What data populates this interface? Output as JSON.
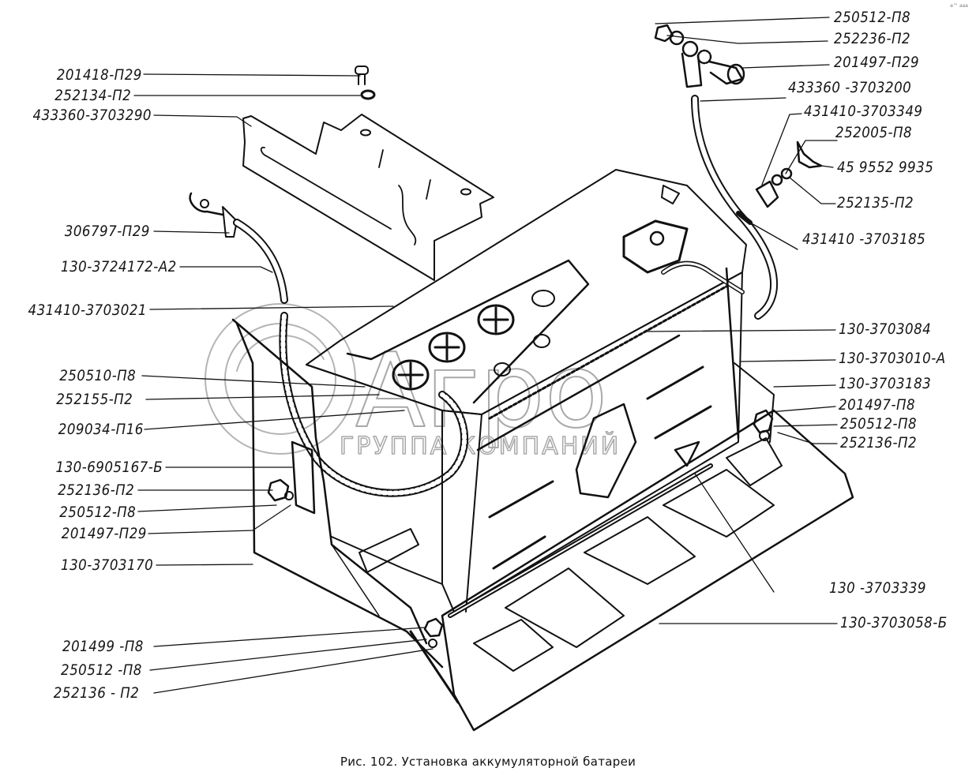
{
  "figure": {
    "caption": "Рис. 102. Установка аккумуляторной батареи",
    "corner_mark": "e™ aaa"
  },
  "watermark": {
    "logo_text": "Агро",
    "subtitle": "ГРУППА КОМПАНИЙ",
    "color": "#9a9a9a"
  },
  "callouts_left": [
    {
      "id": "l1",
      "text": "201418-П29"
    },
    {
      "id": "l2",
      "text": "252134-П2"
    },
    {
      "id": "l3",
      "text": "433360-3703290"
    },
    {
      "id": "l4",
      "text": "306797-П29"
    },
    {
      "id": "l5",
      "text": "130-3724172-А2"
    },
    {
      "id": "l6",
      "text": "431410-3703021"
    },
    {
      "id": "l7",
      "text": "250510-П8"
    },
    {
      "id": "l8",
      "text": "252155-П2"
    },
    {
      "id": "l9",
      "text": "209034-П16"
    },
    {
      "id": "l10",
      "text": "130-6905167-Б"
    },
    {
      "id": "l11",
      "text": "252136-П2"
    },
    {
      "id": "l12",
      "text": "250512-П8"
    },
    {
      "id": "l13",
      "text": "201497-П29"
    },
    {
      "id": "l14",
      "text": "130-3703170"
    },
    {
      "id": "l15",
      "text": "201499 -П8"
    },
    {
      "id": "l16",
      "text": "250512 -П8"
    },
    {
      "id": "l17",
      "text": "252136 - П2"
    }
  ],
  "callouts_right": [
    {
      "id": "r1",
      "text": "250512-П8"
    },
    {
      "id": "r2",
      "text": "252236-П2"
    },
    {
      "id": "r3",
      "text": "201497-П29"
    },
    {
      "id": "r4",
      "text": "433360  -3703200"
    },
    {
      "id": "r5",
      "text": "431410-3703349"
    },
    {
      "id": "r6",
      "text": "252005-П8"
    },
    {
      "id": "r7",
      "text": "45  9552  9935"
    },
    {
      "id": "r8",
      "text": "252135-П2"
    },
    {
      "id": "r9",
      "text": "431410 -3703185"
    },
    {
      "id": "r10",
      "text": "130-3703084"
    },
    {
      "id": "r11",
      "text": "130-3703010-А"
    },
    {
      "id": "r12",
      "text": "130-3703183"
    },
    {
      "id": "r13",
      "text": "201497-П8"
    },
    {
      "id": "r14",
      "text": "250512-П8"
    },
    {
      "id": "r15",
      "text": "252136-П2"
    },
    {
      "id": "r16",
      "text": "130   -3703339"
    },
    {
      "id": "r17",
      "text": "130-3703058-Б"
    }
  ]
}
